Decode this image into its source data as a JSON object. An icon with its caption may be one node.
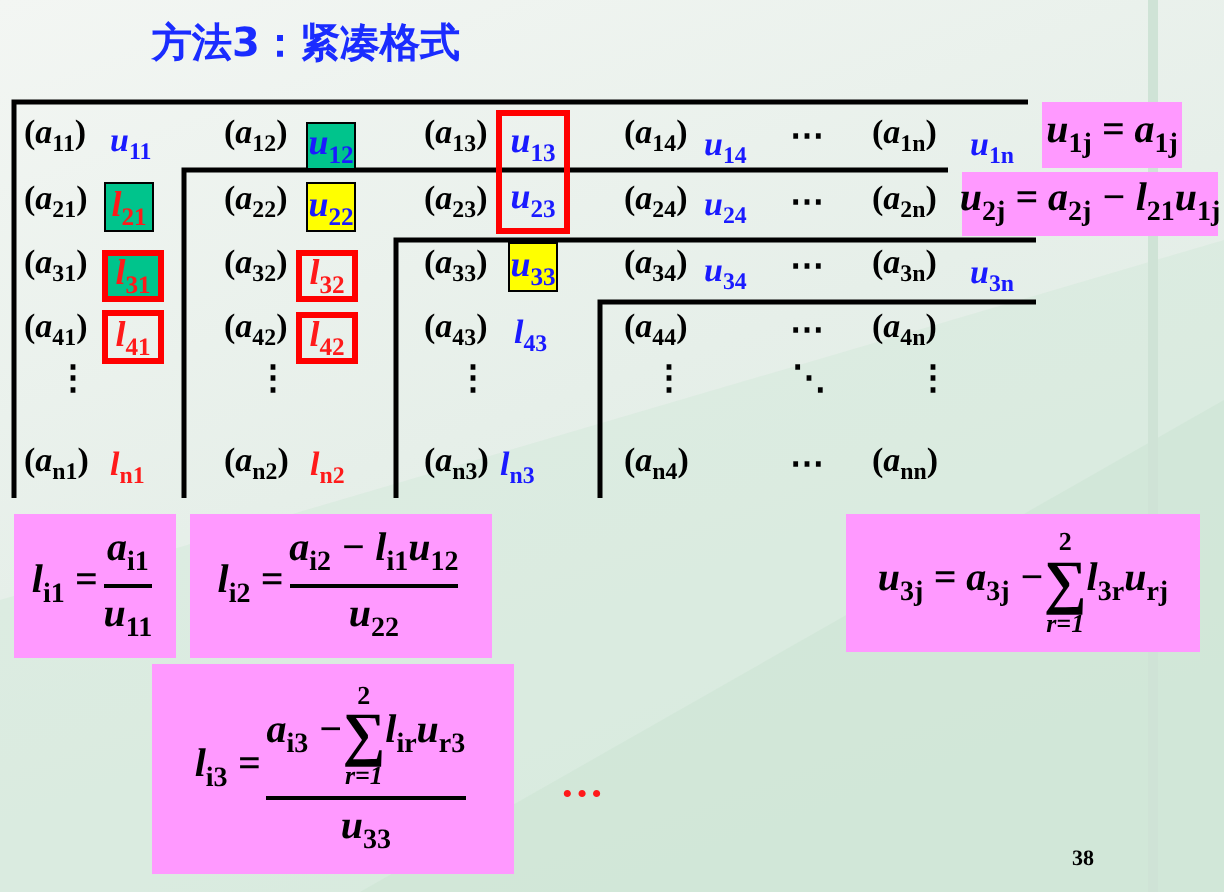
{
  "diagram": {
    "title": "方法3：紧凑格式",
    "nodes": [
      {
        "text": [
          "u$_{12}$"
        ]
      },
      {
        "text": [
          "l$_{21}$"
        ]
      },
      {
        "text": [
          "l$_{31}$"
        ]
      },
      {
        "text": [
          "l$_{41}$"
        ]
      },
      {
        "text": [
          "u$_{22}$"
        ]
      },
      {
        "text": [
          "l$_{32}$"
        ]
      },
      {
        "text": [
          "l$_{42}$"
        ]
      },
      {
        "text": [
          "u$_{13}$",
          "u$_{23}$"
        ]
      },
      {
        "text": [
          "u$_{33}$"
        ]
      },
      {
        "text": [
          "u$_{1j}$ = a$_{1j}$"
        ]
      },
      {
        "text": [
          "u$_{2j}$ = a$_{2j}$ − l$_{21}$u$_{1j}$"
        ]
      },
      {
        "text": [
          "l$_{i1}$ =",
          "a$_{i1}$",
          "u$_{11}$"
        ]
      },
      {
        "text": [
          "l$_{i2}$ =",
          "a$_{i2}$ − l$_{i1}$u$_{12}$",
          "u$_{22}$"
        ]
      },
      {
        "text": [
          "u$_{3j}$ = a$_{3j}$ −",
          "2",
          "∑",
          "r=1",
          "l$_{3r}$u$_{rj}$"
        ]
      },
      {
        "text": [
          "l$_{i3}$ =",
          "a$_{i3}$ −",
          "2",
          "∑",
          "r=1",
          "l$_{ir}$u$_{r3}$",
          "u$_{33}$"
        ]
      }
    ],
    "labels": [
      "(*a*$_{11}$)",
      "u$_{11}$",
      "(*a*$_{12}$)",
      "(*a*$_{13}$)",
      "(*a*$_{14}$)",
      "u$_{14}$",
      "⋯",
      "(*a*$_{1n}$)",
      "u$_{1n}$",
      "(*a*$_{21}$)",
      "(*a*$_{22}$)",
      "(*a*$_{23}$)",
      "(*a*$_{24}$)",
      "u$_{24}$",
      "⋯",
      "(*a*$_{2n}$)",
      "(*a*$_{31}$)",
      "(*a*$_{32}$)",
      "(*a*$_{33}$)",
      "(*a*$_{34}$)",
      "u$_{34}$",
      "⋯",
      "(*a*$_{3n}$)",
      "u$_{3n}$",
      "(*a*$_{41}$)",
      "(*a*$_{42}$)",
      "(*a*$_{43}$)",
      "l$_{43}$",
      "(*a*$_{44}$)",
      "⋯",
      "(*a*$_{4n}$)",
      "⋮",
      "⋮",
      "⋮",
      "⋮",
      "⋱",
      "⋮",
      "(*a*$_{n1}$)",
      "l$_{n1}$",
      "(*a*$_{n2}$)",
      "l$_{n2}$",
      "(*a*$_{n3}$)",
      "l$_{n3}$",
      "(*a*$_{n4}$)",
      "⋯",
      "(*a*$_{nn}$)",
      "···",
      "38"
    ]
  }
}
